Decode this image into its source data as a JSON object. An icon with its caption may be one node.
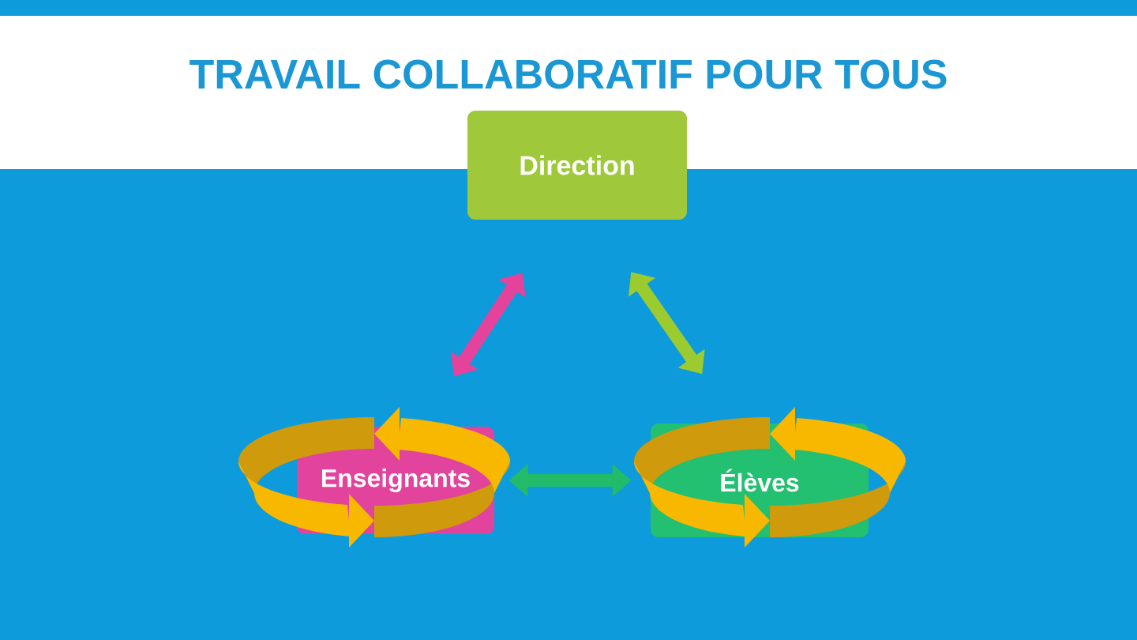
{
  "diagram": {
    "title": "TRAVAIL COLLABORATIF POUR TOUS",
    "nodes": [
      {
        "text": [
          "Direction"
        ]
      },
      {
        "text": [
          "Enseignants"
        ]
      },
      {
        "text": [
          "Élèves"
        ]
      }
    ],
    "edges": [
      {
        "from": 0,
        "to": 1,
        "arrow": "both",
        "color": "#e5429c"
      },
      {
        "from": 0,
        "to": 2,
        "arrow": "both",
        "color": "#9ccb2f"
      },
      {
        "from": 1,
        "to": 2,
        "arrow": "both",
        "color": "#22bb6a"
      }
    ]
  }
}
